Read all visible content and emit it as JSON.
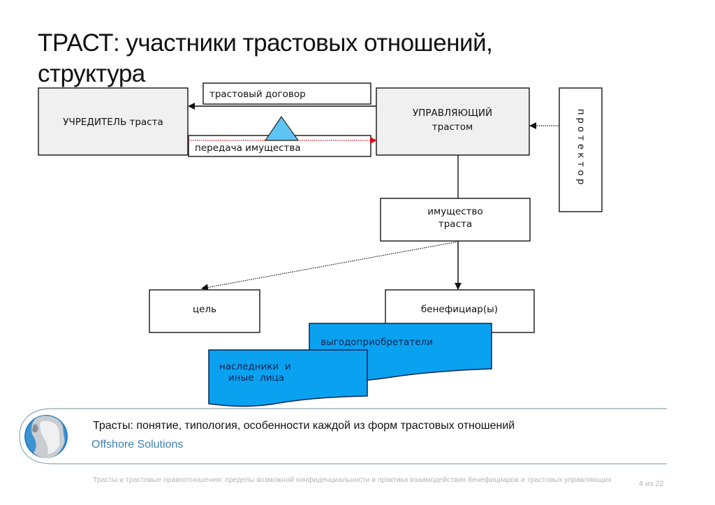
{
  "slide": {
    "title": "ТРАСТ: участники трастовых отношений, структура",
    "title_line1": "ТРАСТ: участники трастовых отношений,",
    "title_line2": "структура"
  },
  "diagram": {
    "nodes": {
      "settlor": "УЧРЕДИТЕЛЬ траста",
      "trustee_line1": "УПРАВЛЯЮЩИЙ",
      "trustee_line2": "трастом",
      "protector_letters": [
        "п",
        "р",
        "о",
        "т",
        "е",
        "к",
        "т",
        "о",
        "р"
      ],
      "protector": "протектор",
      "trust_property_line1": "имущество",
      "trust_property_line2": "траста",
      "purpose": "цель",
      "beneficiaries": "бенефициар(ы)",
      "beneficial_owners": "выгодоприобретатели",
      "heirs_line1": "наследники  и",
      "heirs_line2": "иные  лица"
    },
    "labels": {
      "trust_agreement": "трастовый договор",
      "property_transfer": "передача имущества"
    },
    "colors": {
      "box_fill_gray": "#f0f0f0",
      "accent_blue": "#0aa2f0",
      "triangle_blue": "#5ec4f3",
      "transfer_arrow_red": "#d0111b",
      "border": "#222222"
    }
  },
  "footer": {
    "title": "Трасты: понятие, типология, особенности каждой из форм трастовых отношений",
    "brand": "Offshore Solutions",
    "note": "Трасты и трастовые правоотношения: пределы возможной конфиденциальности и практика взаимодействия  бенефициаров и трастовых управляющих",
    "page_indicator": "4 из 22"
  }
}
